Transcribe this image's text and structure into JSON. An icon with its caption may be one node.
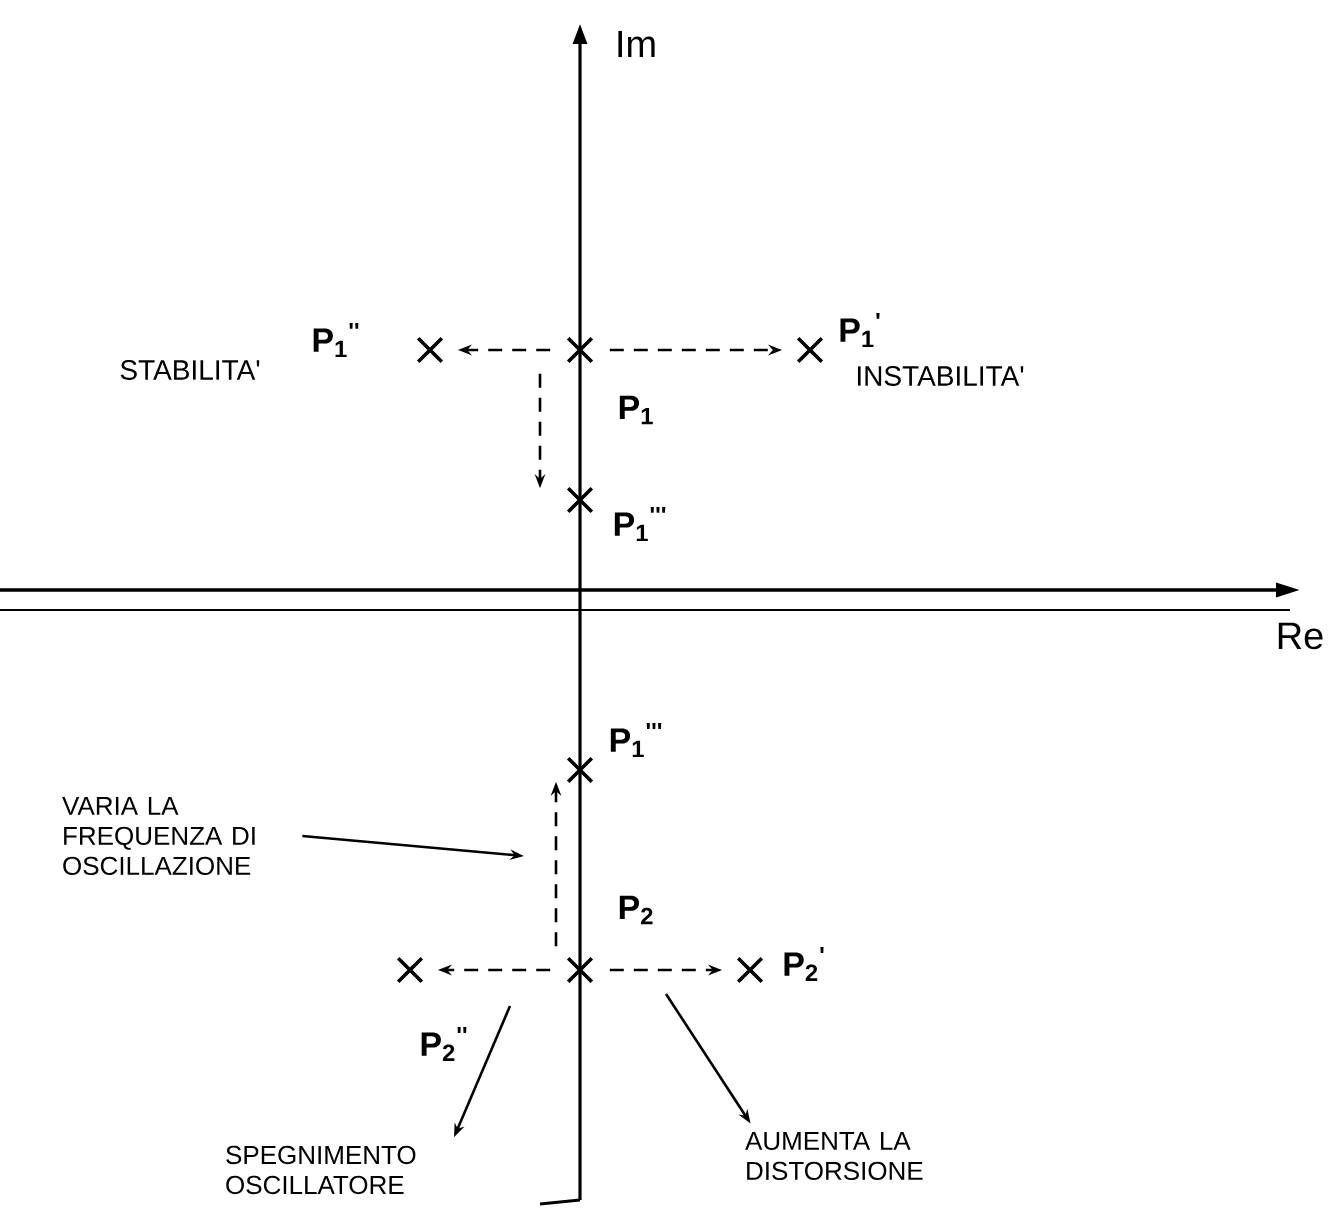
{
  "diagram": {
    "nodes": [
      {
        "text": [
          "P$_{1}$"
        ]
      },
      {
        "text": [
          "P$_{1}$$^{''}$"
        ]
      },
      {
        "text": [
          "P$_{1}$$^{'}$"
        ]
      },
      {
        "text": [
          "P$_{1}$$^{'''}$"
        ]
      },
      {
        "text": [
          "P$_{1}$$^{'''}$"
        ]
      },
      {
        "text": [
          "P$_{2}$"
        ]
      },
      {
        "text": [
          "P$_{2}$$^{''}$"
        ]
      },
      {
        "text": [
          "P$_{2}$$^{'}$"
        ]
      },
      {
        "text": [
          "VARIA LA FREQUENZA DI OSCILLAZIONE"
        ]
      },
      {
        "text": [
          "SPEGNIMENTO OSCILLATORE"
        ]
      },
      {
        "text": [
          "AUMENTA LA DISTORSIONE"
        ]
      }
    ],
    "edges": [
      {
        "from": 0,
        "to": 1,
        "arrow": "to",
        "style": "dashed"
      },
      {
        "from": 0,
        "to": 2,
        "arrow": "to",
        "style": "dashed"
      },
      {
        "from": 0,
        "to": 3,
        "arrow": "to",
        "style": "dashed"
      },
      {
        "from": 5,
        "to": 4,
        "arrow": "to",
        "style": "dashed"
      },
      {
        "from": 5,
        "to": 6,
        "arrow": "to",
        "style": "dashed"
      },
      {
        "from": 5,
        "to": 7,
        "arrow": "to",
        "style": "dashed"
      },
      {
        "from": 8,
        "to": null,
        "arrow": "to"
      },
      {
        "from": 6,
        "to": 9,
        "arrow": "to"
      },
      {
        "from": 5,
        "to": 10,
        "arrow": "to"
      }
    ],
    "labels": [
      "Im",
      "STABILITA'",
      "INSTABILITA'",
      "Re"
    ]
  }
}
